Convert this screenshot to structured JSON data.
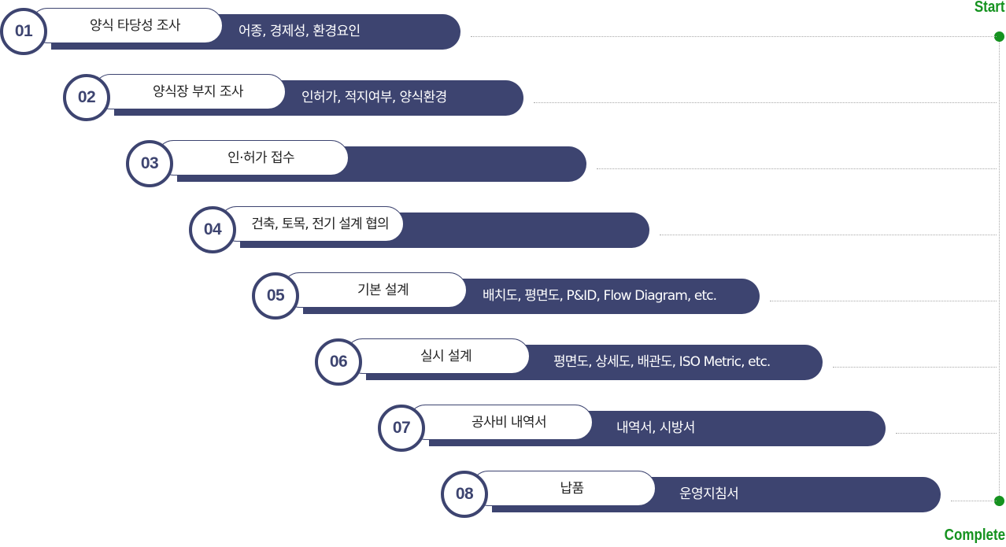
{
  "markers": {
    "start": "Start",
    "complete": "Complete"
  },
  "colors": {
    "bar": "#3d4470",
    "marker": "#15921f"
  },
  "steps": [
    {
      "number": "01",
      "label": "양식 타당성 조사",
      "detail": "어종, 경제성, 환경요인"
    },
    {
      "number": "02",
      "label": "양식장 부지 조사",
      "detail": "인허가, 적지여부, 양식환경"
    },
    {
      "number": "03",
      "label": "인·허가 접수",
      "detail": ""
    },
    {
      "number": "04",
      "label": "건축, 토목, 전기 설계 협의",
      "detail": ""
    },
    {
      "number": "05",
      "label": "기본 설계",
      "detail": "배치도, 평면도, P&ID, Flow Diagram, etc."
    },
    {
      "number": "06",
      "label": "실시 설계",
      "detail": "평면도, 상세도, 배관도, ISO Metric, etc."
    },
    {
      "number": "07",
      "label": "공사비 내역서",
      "detail": "내역서, 시방서"
    },
    {
      "number": "08",
      "label": "납품",
      "detail": "운영지침서"
    }
  ]
}
